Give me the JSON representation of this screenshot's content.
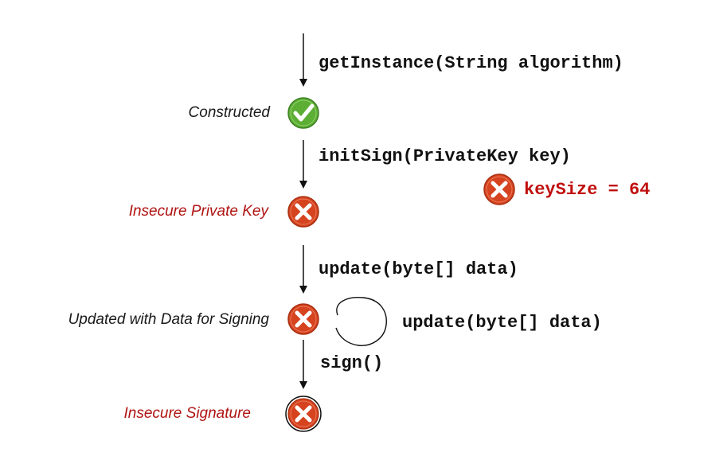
{
  "states": [
    {
      "label": "Constructed",
      "status": "ok"
    },
    {
      "label": "Insecure Private Key",
      "status": "error"
    },
    {
      "label": "Updated with Data for Signing",
      "status": "error"
    },
    {
      "label": "Insecure Signature",
      "status": "error"
    }
  ],
  "transitions": [
    {
      "method": "getInstance(String algorithm)"
    },
    {
      "method": "initSign(PrivateKey key)"
    },
    {
      "method": "update(byte[] data)"
    },
    {
      "method": "sign()"
    }
  ],
  "self_loop": {
    "method": "update(byte[] data)"
  },
  "constraint": {
    "text": "keySize = 64",
    "status": "error"
  },
  "colors": {
    "ok_icon": "#5dae35",
    "error_icon": "#d6431f",
    "error_text": "#b01414",
    "constraint_text": "#c0100e",
    "arrow": "#111111"
  }
}
